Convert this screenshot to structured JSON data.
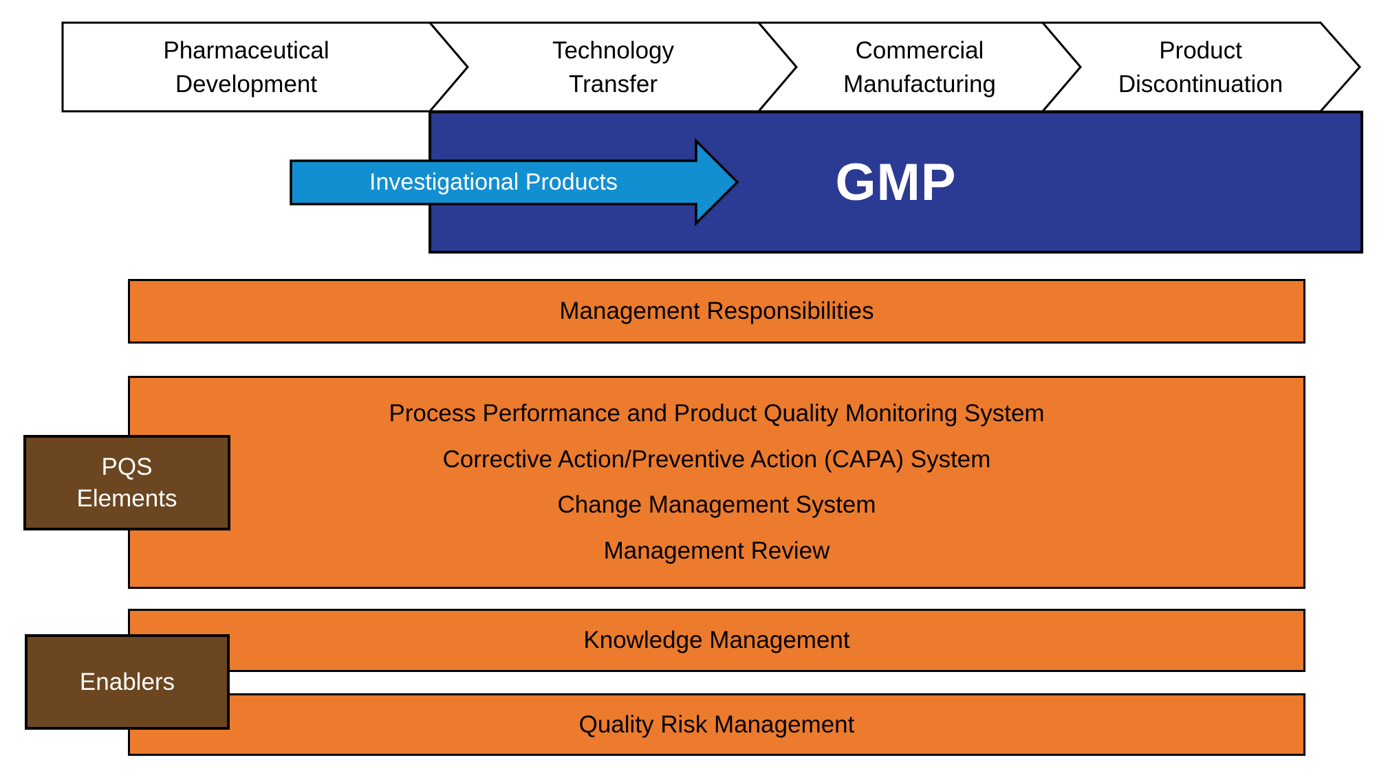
{
  "colors": {
    "chevron_fill": "#FFFFFF",
    "outline": "#000000",
    "gmp_blue": "#2B3A92",
    "arrow_blue": "#128FD1",
    "orange": "#EC7B2E",
    "brown": "#6B4620",
    "text_dark": "#000000",
    "text_light": "#FFFFFF"
  },
  "lifecycle_chevrons": {
    "items": [
      {
        "label": "Pharmaceutical Development",
        "lines": [
          "Pharmaceutical",
          "Development"
        ]
      },
      {
        "label": "Technology Transfer",
        "lines": [
          "Technology",
          "Transfer"
        ]
      },
      {
        "label": "Commercial Manufacturing",
        "lines": [
          "Commercial",
          "Manufacturing"
        ]
      },
      {
        "label": "Product Discontinuation",
        "lines": [
          "Product",
          "Discontinuation"
        ]
      }
    ]
  },
  "gmp": {
    "label": "GMP"
  },
  "investigational_arrow": {
    "label": "Investigational Products"
  },
  "pqs": {
    "management_responsibilities": "Management Responsibilities",
    "elements_box_lines": [
      "Process Performance and Product Quality Monitoring System",
      "Corrective Action/Preventive Action (CAPA) System",
      "Change Management System",
      "Management Review"
    ],
    "elements_side_label_lines": [
      "PQS",
      "Elements"
    ]
  },
  "enablers": {
    "side_label": "Enablers",
    "knowledge_management": "Knowledge Management",
    "quality_risk_management": "Quality Risk Management"
  }
}
